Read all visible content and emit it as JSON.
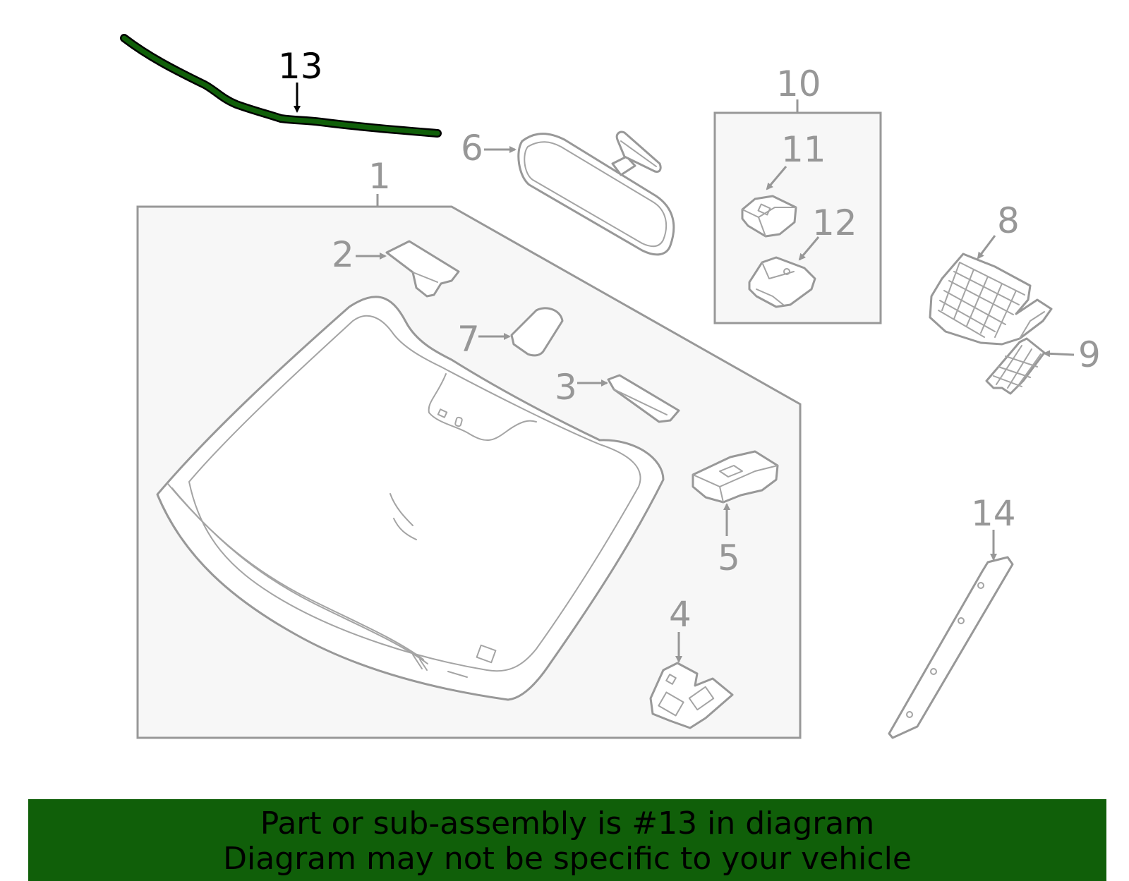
{
  "callouts": {
    "c1": "1",
    "c2": "2",
    "c3": "3",
    "c4": "4",
    "c5": "5",
    "c6": "6",
    "c7": "7",
    "c8": "8",
    "c9": "9",
    "c10": "10",
    "c11": "11",
    "c12": "12",
    "c13": "13",
    "c14": "14"
  },
  "highlight_part": "13",
  "colors": {
    "highlight": "#105f09",
    "outline": "#989898",
    "panel": "#f7f7f7"
  },
  "banner": {
    "line1": "Part or sub-assembly is #13 in diagram",
    "line2": "Diagram may not be specific to your vehicle"
  }
}
